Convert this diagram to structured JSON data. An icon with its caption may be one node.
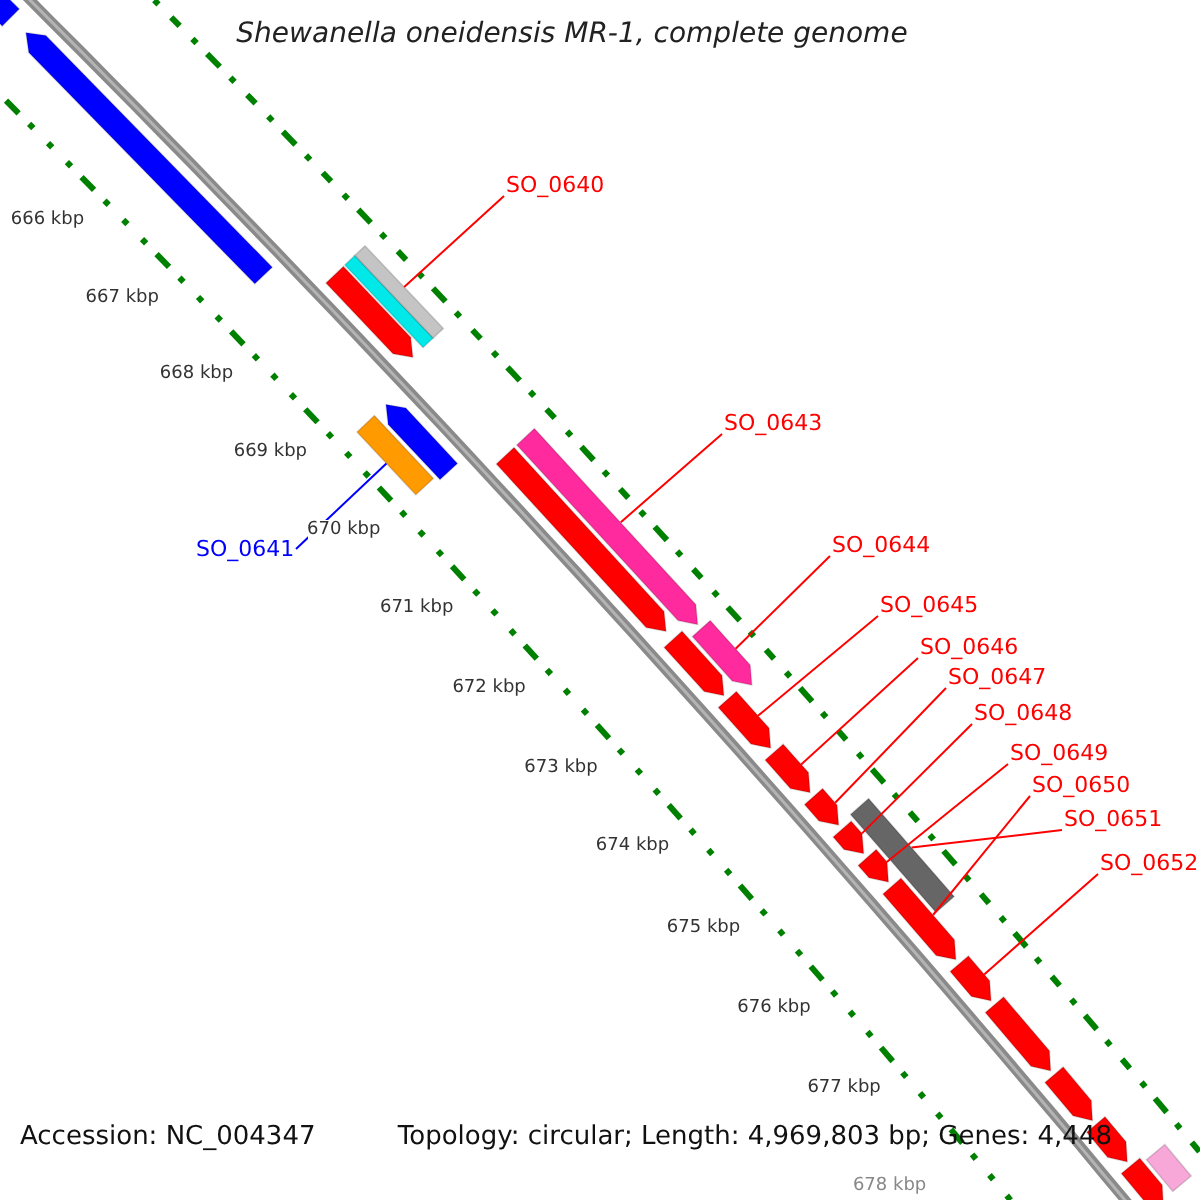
{
  "diagram": {
    "title": "Shewanella oneidensis MR-1, complete genome",
    "nodes": [
      {
        "text": [
          "SO_0640"
        ]
      },
      {
        "text": [
          "SO_0641"
        ]
      },
      {
        "text": [
          "SO_0643"
        ]
      },
      {
        "text": [
          "SO_0644"
        ]
      },
      {
        "text": [
          "SO_0645"
        ]
      },
      {
        "text": [
          "SO_0646"
        ]
      },
      {
        "text": [
          "SO_0647"
        ]
      },
      {
        "text": [
          "SO_0648"
        ]
      },
      {
        "text": [
          "SO_0649"
        ]
      },
      {
        "text": [
          "SO_0650"
        ]
      },
      {
        "text": [
          "SO_0651"
        ]
      },
      {
        "text": [
          "SO_0652"
        ]
      },
      {
        "text": [],
        "shape": "arrow"
      },
      {
        "text": [],
        "shape": "arrow"
      },
      {
        "text": [],
        "shape": "arrow"
      },
      {
        "text": [],
        "shape": "box"
      },
      {
        "text": [],
        "shape": "box"
      },
      {
        "text": [],
        "shape": "arrow"
      },
      {
        "text": [],
        "shape": "box"
      },
      {
        "text": [],
        "shape": "arrow"
      },
      {
        "text": [],
        "shape": "arrow"
      },
      {
        "text": [],
        "shape": "arrow"
      },
      {
        "text": [],
        "shape": "arrow"
      },
      {
        "text": [],
        "shape": "arrow"
      },
      {
        "text": [],
        "shape": "arrow"
      },
      {
        "text": [],
        "shape": "arrow"
      },
      {
        "text": [],
        "shape": "box"
      },
      {
        "text": [],
        "shape": "arrow"
      },
      {
        "text": [],
        "shape": "arrow"
      },
      {
        "text": [],
        "shape": "arrow"
      },
      {
        "text": [],
        "shape": "arrow"
      },
      {
        "text": [],
        "shape": "arrow"
      },
      {
        "text": [],
        "shape": "arrow"
      },
      {
        "text": [],
        "shape": "arrow"
      },
      {
        "text": [],
        "shape": "arrow"
      },
      {
        "text": [],
        "shape": "box"
      }
    ],
    "edges": [
      {
        "from": 0,
        "to": 16,
        "arrow": "none"
      },
      {
        "from": 1,
        "to": 18,
        "arrow": "none",
        "color": "#0000ff"
      },
      {
        "from": 2,
        "to": 20,
        "arrow": "none"
      },
      {
        "from": 3,
        "to": 22,
        "arrow": "none"
      },
      {
        "from": 4,
        "to": 23,
        "arrow": "none"
      },
      {
        "from": 5,
        "to": 24,
        "arrow": "none"
      },
      {
        "from": 6,
        "to": 25,
        "arrow": "none"
      },
      {
        "from": 7,
        "to": 27,
        "arrow": "none"
      },
      {
        "from": 8,
        "to": 28,
        "arrow": "none"
      },
      {
        "from": 9,
        "to": 29,
        "arrow": "none"
      },
      {
        "from": 10,
        "to": 26,
        "arrow": "none"
      },
      {
        "from": 11,
        "to": 30,
        "arrow": "none"
      }
    ],
    "labels": [
      "666 kbp",
      "667 kbp",
      "668 kbp",
      "669 kbp",
      "670 kbp",
      "671 kbp",
      "672 kbp",
      "673 kbp",
      "674 kbp",
      "675 kbp",
      "676 kbp",
      "677 kbp",
      "678 kbp",
      "Accession: NC_004347",
      "Topology: circular; Length: 4,969,803 bp; Genes: 4,448"
    ]
  }
}
